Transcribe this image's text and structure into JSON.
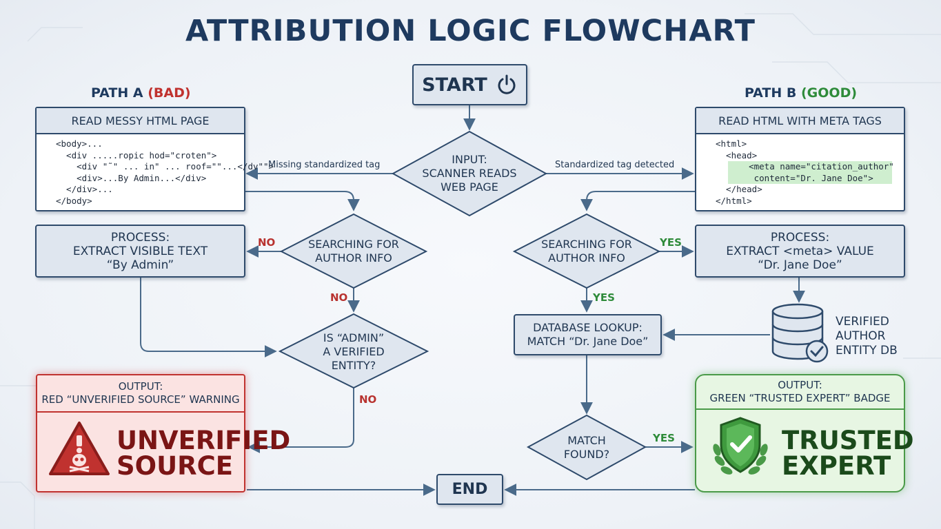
{
  "title": "ATTRIBUTION LOGIC FLOWCHART",
  "path_a": {
    "label": "PATH A",
    "tag": "(BAD)"
  },
  "path_b": {
    "label": "PATH B",
    "tag": "(GOOD)"
  },
  "start": {
    "label": "START",
    "icon": "power-icon"
  },
  "input": {
    "lines": [
      "INPUT:",
      "SCANNER READS",
      "WEB PAGE"
    ]
  },
  "edges": {
    "missing_tag": "Missing standardized tag",
    "tag_detected": "Standardized tag detected",
    "yes": "YES",
    "no": "NO"
  },
  "messy_html": {
    "header": "READ MESSY HTML PAGE",
    "code": [
      "<body>...",
      "  <div .....ropic hod=\"croten\">",
      "    <div \"˜\" ... in\" ... roof=\"\"...</dv\"\">",
      "    <div>...By Admin...</div>",
      "  </div>...",
      "</body>"
    ]
  },
  "meta_html": {
    "header": "READ HTML WITH META TAGS",
    "code_before": [
      "<html>",
      "  <head>"
    ],
    "code_highlight": [
      "    <meta name=\"citation_author\"",
      "     content=\"Dr. Jane Doe\">"
    ],
    "code_after": [
      "  </head>",
      "</html>"
    ]
  },
  "process_a": {
    "lines": [
      "PROCESS:",
      "EXTRACT VISIBLE TEXT",
      "“By Admin”"
    ]
  },
  "process_b": {
    "lines": [
      "PROCESS:",
      "EXTRACT <meta> VALUE",
      "“Dr. Jane Doe”"
    ]
  },
  "search_a": {
    "lines": [
      "SEARCHING FOR",
      "AUTHOR INFO"
    ]
  },
  "search_b": {
    "lines": [
      "SEARCHING FOR",
      "AUTHOR INFO"
    ]
  },
  "admin_check": {
    "lines": [
      "IS “ADMIN”",
      "A VERIFIED",
      "ENTITY?"
    ]
  },
  "db_lookup": {
    "lines": [
      "DATABASE LOOKUP:",
      "MATCH “Dr. Jane Doe”"
    ]
  },
  "db": {
    "lines": [
      "VERIFIED",
      "AUTHOR",
      "ENTITY DB"
    ],
    "icon": "database-check-icon"
  },
  "match_found": {
    "lines": [
      "MATCH",
      "FOUND?"
    ]
  },
  "output_red": {
    "head_lines": [
      "OUTPUT:",
      "RED “UNVERIFIED SOURCE” WARNING"
    ],
    "big_lines": [
      "UNVERIFIED",
      "SOURCE"
    ],
    "icon": "warning-skull-icon",
    "color": "#c0322f"
  },
  "output_green": {
    "head_lines": [
      "OUTPUT:",
      "GREEN “TRUSTED EXPERT” BADGE"
    ],
    "big_lines": [
      "TRUSTED",
      "EXPERT"
    ],
    "icon": "shield-check-icon",
    "color": "#2e8b3a"
  },
  "end": {
    "label": "END"
  },
  "colors": {
    "navy": "#1e3a5f",
    "bad": "#c0322f",
    "good": "#2e8b3a",
    "box_fill": "#dfe6ef"
  }
}
